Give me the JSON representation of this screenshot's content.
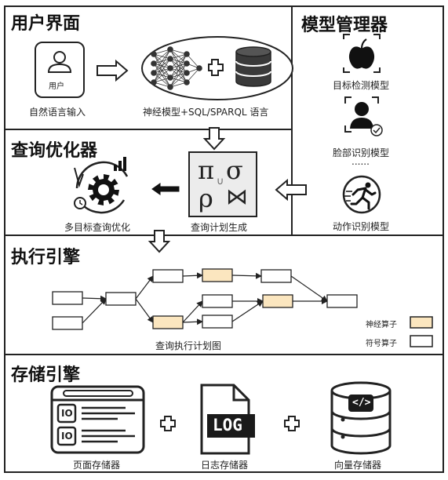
{
  "sections": {
    "user": {
      "title": "用户界面",
      "user_icon_label": "用户",
      "input_caption": "自然语言输入",
      "model_caption": "神经模型+SQL/SPARQL 语言"
    },
    "models": {
      "title": "模型管理器",
      "detect_caption": "目标检测模型",
      "face_caption": "脸部识别模型",
      "ellipsis": "......",
      "action_caption": "动作识别模型"
    },
    "optimizer": {
      "title": "查询优化器",
      "opt_caption": "多目标查询优化",
      "plan_caption": "查询计划生成",
      "symbols": [
        "π",
        "σ",
        "ρ",
        "⋈",
        "∪"
      ]
    },
    "engine": {
      "title": "执行引擎",
      "graph_caption": "查询执行计划图",
      "legend": [
        {
          "label": "神经算子",
          "color": "#fbe6bf"
        },
        {
          "label": "符号算子",
          "color": "#ffffff"
        }
      ]
    },
    "storage": {
      "title": "存储引擎",
      "page_caption": "页面存储器",
      "page_badges": [
        "IO",
        "IO"
      ],
      "log_caption": "日志存储器",
      "log_text": "LOG",
      "vector_caption": "向量存储器",
      "vector_code": "</>"
    }
  },
  "colors": {
    "neural": "#fbe6bf",
    "symbolic": "#ffffff",
    "plan_box": "#ececec"
  },
  "icons": [
    "user-icon",
    "neural-net-icon",
    "database-icon",
    "apple-detect-icon",
    "face-recognition-icon",
    "running-person-icon",
    "gear-optimize-icon",
    "page-storage-icon",
    "log-file-icon",
    "vector-db-icon"
  ]
}
